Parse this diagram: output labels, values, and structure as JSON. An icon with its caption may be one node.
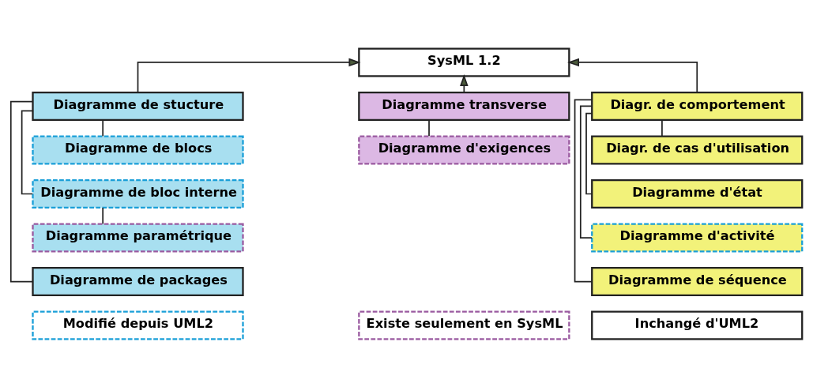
{
  "diagram": {
    "nodes": [
      {
        "text": [
          "SysML 1.2"
        ]
      },
      {
        "text": [
          "Diagramme de stucture"
        ]
      },
      {
        "text": [
          "Diagramme transverse"
        ]
      },
      {
        "text": [
          "Diagr. de comportement"
        ]
      },
      {
        "text": [
          "Diagramme de blocs"
        ]
      },
      {
        "text": [
          "Diagramme de bloc interne"
        ]
      },
      {
        "text": [
          "Diagramme paramétrique"
        ]
      },
      {
        "text": [
          "Diagramme de packages"
        ]
      },
      {
        "text": [
          "Diagramme d'exigences"
        ]
      },
      {
        "text": [
          "Diagr. de cas d'utilisation"
        ]
      },
      {
        "text": [
          "Diagramme d'état"
        ]
      },
      {
        "text": [
          "Diagramme d'activité"
        ]
      },
      {
        "text": [
          "Diagramme de séquence"
        ]
      },
      {
        "text": [
          "Modifié depuis UML2"
        ]
      },
      {
        "text": [
          "Existe seulement en SysML"
        ]
      },
      {
        "text": [
          "Inchangé d'UML2"
        ]
      }
    ],
    "edges": [
      {
        "from": 1,
        "to": 0,
        "arrow": "to"
      },
      {
        "from": 2,
        "to": 0,
        "arrow": "to"
      },
      {
        "from": 3,
        "to": 0,
        "arrow": "to"
      },
      {
        "from": 1,
        "to": 4,
        "arrow": "none"
      },
      {
        "from": 1,
        "to": 5,
        "arrow": "none"
      },
      {
        "from": 1,
        "to": 7,
        "arrow": "none"
      },
      {
        "from": 5,
        "to": 6,
        "arrow": "none"
      },
      {
        "from": 2,
        "to": 8,
        "arrow": "none"
      },
      {
        "from": 3,
        "to": 9,
        "arrow": "none"
      },
      {
        "from": 3,
        "to": 10,
        "arrow": "none"
      },
      {
        "from": 3,
        "to": 11,
        "arrow": "none"
      },
      {
        "from": 3,
        "to": 12,
        "arrow": "none"
      }
    ]
  }
}
